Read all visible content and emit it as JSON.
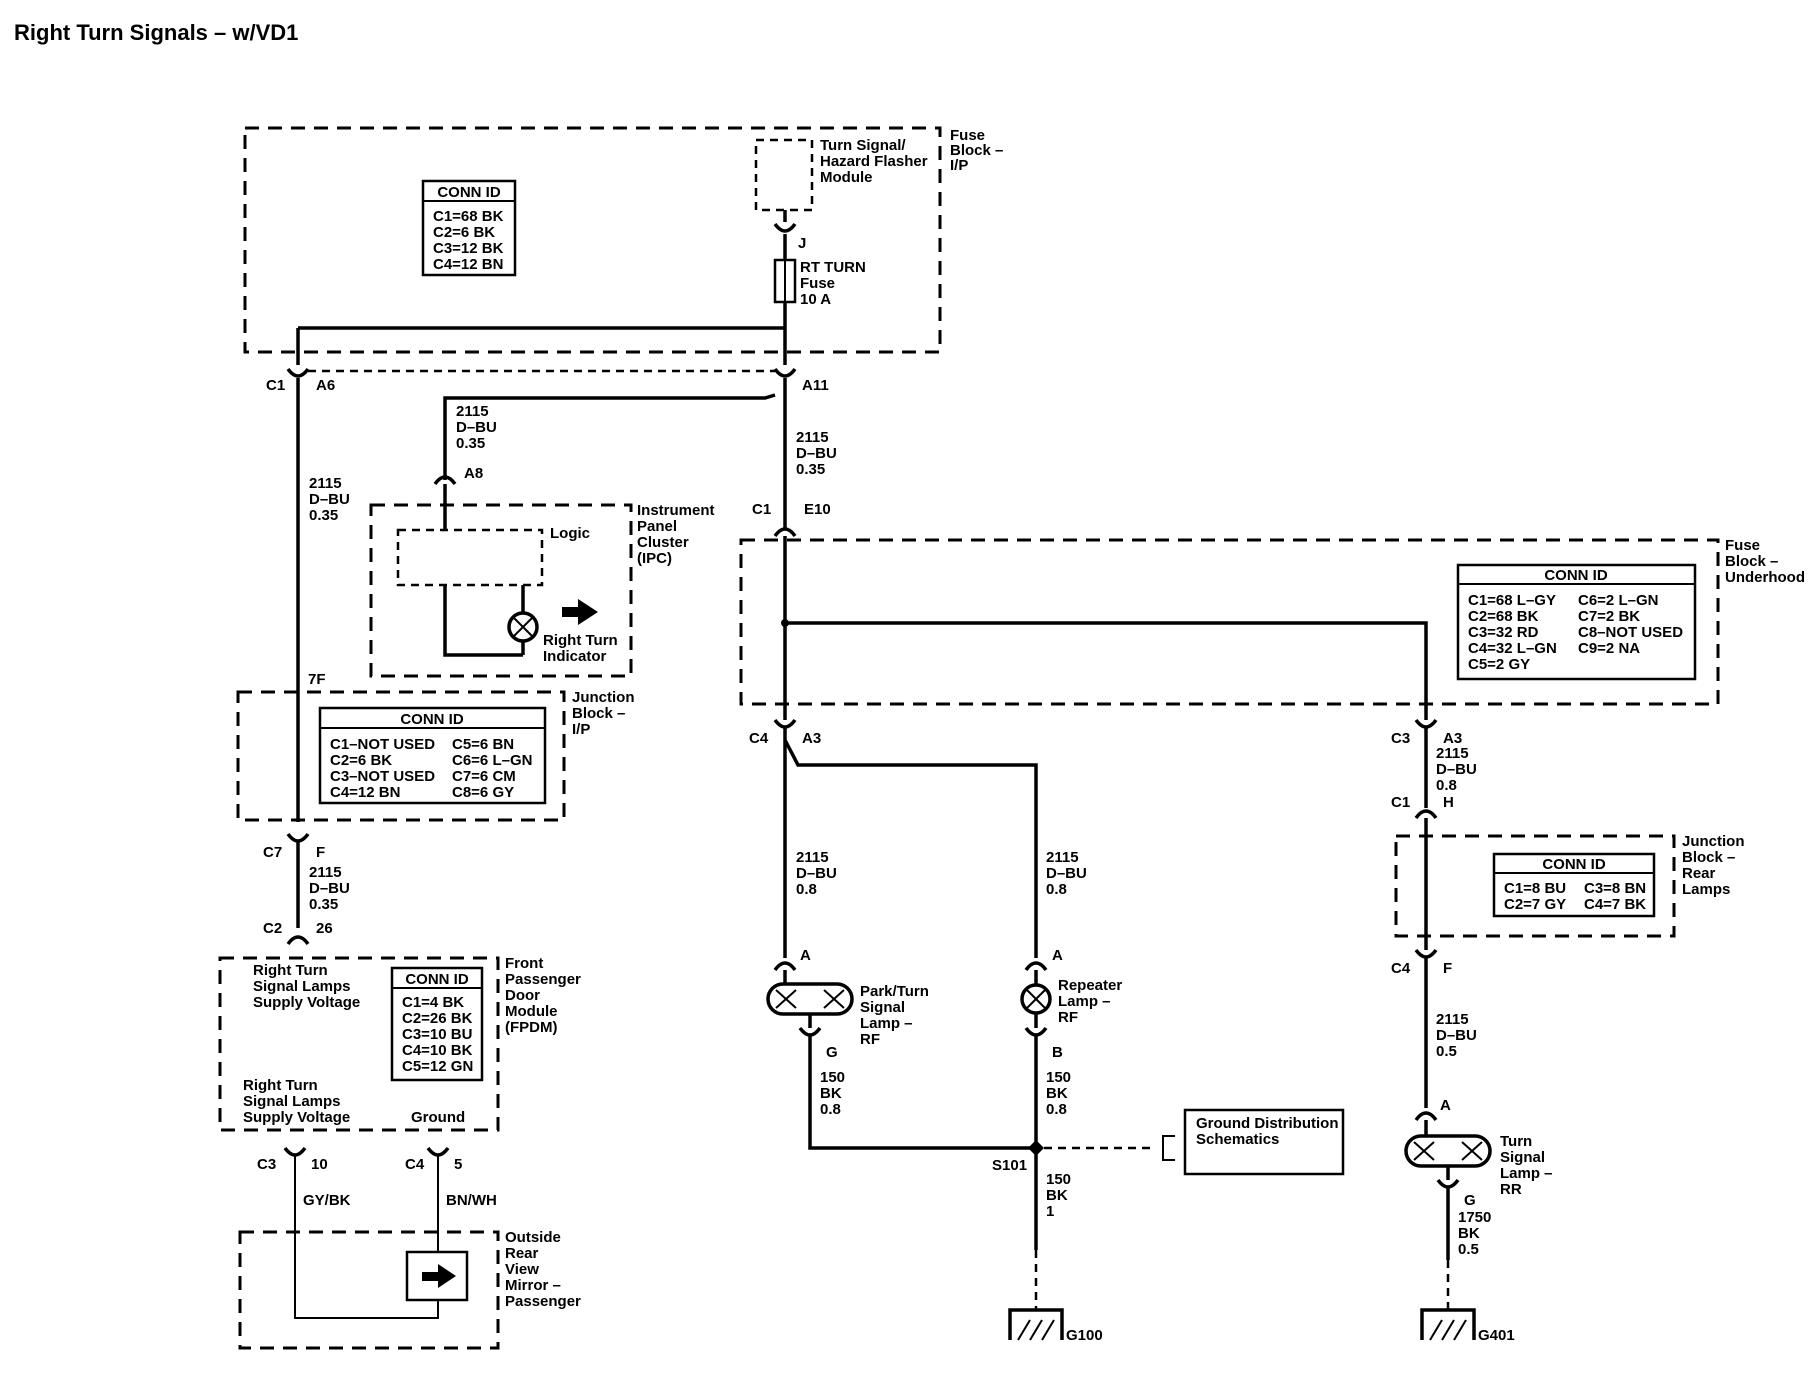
{
  "title": "Right Turn Signals – w/VD1",
  "components": {
    "fuse_block_ip": [
      "Fuse",
      "Block –",
      "I/P"
    ],
    "flasher_module": [
      "Turn Signal/",
      "Hazard Flasher",
      "Module"
    ],
    "rt_turn_fuse": [
      "RT TURN",
      "Fuse",
      "10 A"
    ],
    "ipc": [
      "Instrument",
      "Panel",
      "Cluster",
      "(IPC)"
    ],
    "ipc_logic": "Logic",
    "right_turn_indicator": [
      "Right Turn",
      "Indicator"
    ],
    "junction_block_ip": [
      "Junction",
      "Block –",
      "I/P"
    ],
    "fuse_block_underhood": [
      "Fuse",
      "Block –",
      "Underhood"
    ],
    "junction_block_rear": [
      "Junction",
      "Block –",
      "Rear",
      "Lamps"
    ],
    "fpdm": [
      "Front",
      "Passenger",
      "Door",
      "Module",
      "(FPDM)"
    ],
    "fpdm_label_top": [
      "Right Turn",
      "Signal Lamps",
      "Supply Voltage"
    ],
    "fpdm_label_bottom": [
      "Right Turn",
      "Signal Lamps",
      "Supply Voltage"
    ],
    "fpdm_ground": "Ground",
    "mirror": [
      "Outside",
      "Rear",
      "View",
      "Mirror –",
      "Passenger"
    ],
    "park_turn_lamp": [
      "Park/Turn",
      "Signal",
      "Lamp –",
      "RF"
    ],
    "repeater_lamp": [
      "Repeater",
      "Lamp –",
      "RF"
    ],
    "turn_lamp_rr": [
      "Turn",
      "Signal",
      "Lamp –",
      "RR"
    ],
    "ground_distribution": [
      "Ground Distribution",
      "Schematics"
    ]
  },
  "conn_tables": {
    "fuse_block_ip": {
      "header": "CONN ID",
      "rows": [
        "C1=68 BK",
        "C2=6 BK",
        "C3=12 BK",
        "C4=12 BN"
      ]
    },
    "junction_block_ip": {
      "header": "CONN ID",
      "col1": [
        "C1–NOT USED",
        "C2=6 BK",
        "C3–NOT USED",
        "C4=12 BN"
      ],
      "col2": [
        "C5=6 BN",
        "C6=6 L–GN",
        "C7=6 CM",
        "C8=6 GY"
      ]
    },
    "fuse_block_underhood": {
      "header": "CONN ID",
      "col1": [
        "C1=68 L–GY",
        "C2=68 BK",
        "C3=32 RD",
        "C4=32 L–GN",
        "C5=2 GY"
      ],
      "col2": [
        "C6=2 L–GN",
        "C7=2 BK",
        "C8–NOT USED",
        "C9=2 NA"
      ]
    },
    "junction_block_rear": {
      "header": "CONN ID",
      "col1": [
        "C1=8 BU",
        "C2=7 GY"
      ],
      "col2": [
        "C3=8 BN",
        "C4=7 BK"
      ]
    },
    "fpdm": {
      "header": "CONN ID",
      "rows": [
        "C1=4 BK",
        "C2=26 BK",
        "C3=10 BU",
        "C4=10 BK",
        "C5=12 GN"
      ]
    }
  },
  "wires": {
    "w_2115_035": [
      "2115",
      "D–BU",
      "0.35"
    ],
    "w_2115_08": [
      "2115",
      "D–BU",
      "0.8"
    ],
    "w_2115_05": [
      "2115",
      "D–BU",
      "0.5"
    ],
    "w_150_08": [
      "150",
      "BK",
      "0.8"
    ],
    "w_150_1": [
      "150",
      "BK",
      "1"
    ],
    "w_1750_05": [
      "1750",
      "BK",
      "0.5"
    ],
    "gy_bk": "GY/BK",
    "bn_wh": "BN/WH"
  },
  "pins": {
    "j": "J",
    "c1": "C1",
    "a6": "A6",
    "a11": "A11",
    "a8": "A8",
    "e10": "E10",
    "c4": "C4",
    "a3": "A3",
    "c3": "C3",
    "h": "H",
    "f": "F",
    "a": "A",
    "g": "G",
    "b": "B",
    "c7": "C7",
    "c2": "C2",
    "p26": "26",
    "p10": "10",
    "p5": "5",
    "p7f": "7F"
  },
  "splice": "S101",
  "grounds": {
    "g100": "G100",
    "g401": "G401"
  }
}
